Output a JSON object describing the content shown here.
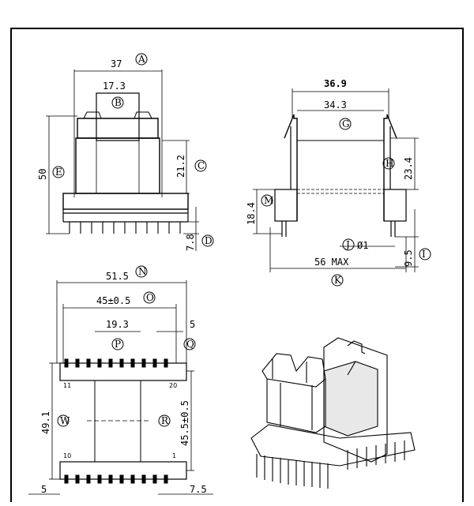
{
  "front_view": {
    "dim_width": "37",
    "dim_width_id": "A",
    "dim_window": "17.3",
    "dim_window_id": "B",
    "dim_body_height": "21.2",
    "dim_body_height_id": "C",
    "dim_total_height": "50",
    "dim_total_height_id": "E",
    "dim_pin": "7.8",
    "dim_pin_id": "D"
  },
  "side_view": {
    "dim_outer": "36.9",
    "dim_inner": "34.3",
    "dim_inner_id": "G",
    "dim_height": "23.4",
    "dim_height_id": "H",
    "dim_side": "18.4",
    "dim_side_id": "M",
    "dim_pin_dia": "Ø1",
    "dim_pin_dia_id": "J",
    "dim_pin_len": "9.5",
    "dim_pin_len_id": "I",
    "dim_max": "56 MAX",
    "dim_max_id": "K"
  },
  "bottom_view": {
    "dim_overall": "51.5",
    "dim_overall_id": "N",
    "dim_pitch_row": "45±0.5",
    "dim_pitch_row_id": "O",
    "dim_center": "19.3",
    "dim_center_id": "P",
    "dim_edge": "5",
    "dim_edge_id": "Q",
    "dim_depth": "49.1",
    "dim_depth_id": "W",
    "dim_row_spacing": "45.5±0.5",
    "dim_row_spacing_id": "R",
    "dim_bottom_left": "5",
    "dim_bottom_right": "7.5",
    "pin_11": "11",
    "pin_20": "20",
    "pin_10": "10",
    "pin_1": "1"
  }
}
